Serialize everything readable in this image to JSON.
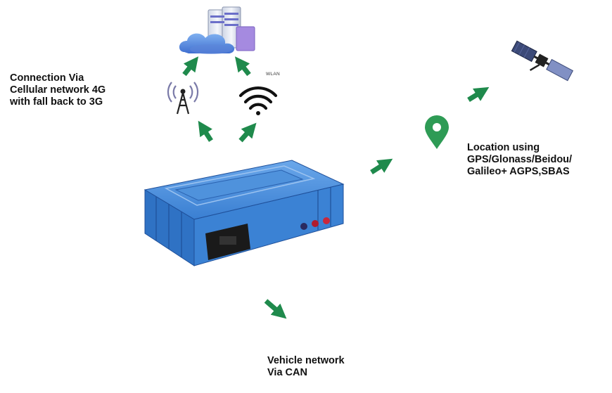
{
  "labels": {
    "connection": [
      "Connection Via",
      "Cellular network 4G",
      "with fall back to 3G"
    ],
    "wlan": "WLAN",
    "location": [
      "Location using",
      "GPS/Glonass/Beidou/",
      "Galileo+ AGPS,SBAS"
    ],
    "vehicle": [
      "Vehicle network",
      "Via CAN"
    ]
  },
  "icons": {
    "cloud_servers": "cloud-server-icon",
    "cell_tower": "cell-tower-icon",
    "wifi": "wifi-icon",
    "gps_pin": "location-pin-icon",
    "satellite": "satellite-icon",
    "device": "telematics-device"
  },
  "colors": {
    "arrow": "#1f8a4c",
    "pin": "#2e9b55",
    "device": "#3d86d6",
    "cloud": "#5b8fe0"
  }
}
